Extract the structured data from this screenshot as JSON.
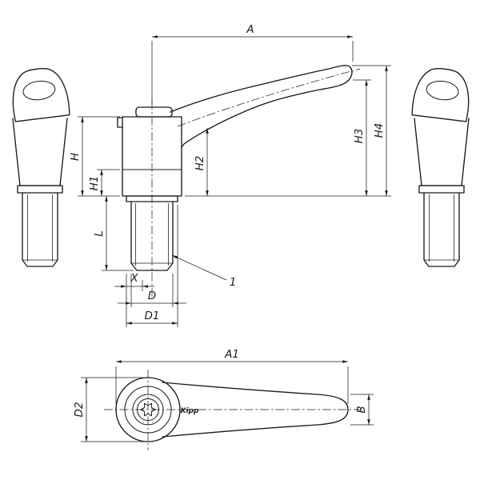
{
  "colors": {
    "line": "#1b1b1b",
    "background": "#ffffff"
  },
  "labels": {
    "A": "A",
    "H": "H",
    "H1": "H1",
    "H2": "H2",
    "H3": "H3",
    "H4": "H4",
    "L": "L",
    "X": "X",
    "D": "D",
    "D1": "D1",
    "ref1": "1",
    "A1": "A1",
    "D2": "D2",
    "B": "B",
    "logo": "Kipp"
  }
}
